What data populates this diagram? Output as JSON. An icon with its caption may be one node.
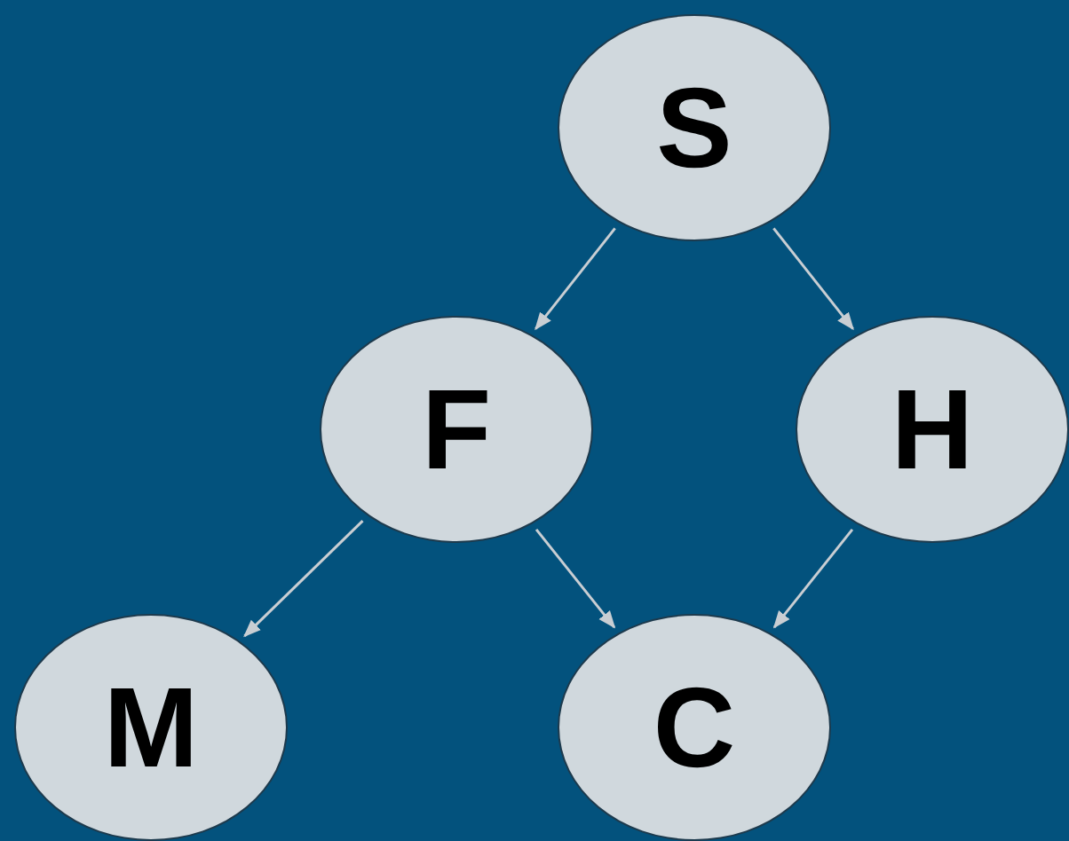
{
  "diagram": {
    "nodes": [
      {
        "text": [
          "S"
        ]
      },
      {
        "text": [
          "F"
        ]
      },
      {
        "text": [
          "H"
        ]
      },
      {
        "text": [
          "M"
        ]
      },
      {
        "text": [
          "C"
        ]
      }
    ],
    "edges": [
      {
        "from": 0,
        "to": 1,
        "arrow": "to"
      },
      {
        "from": 0,
        "to": 2,
        "arrow": "to"
      },
      {
        "from": 1,
        "to": 3,
        "arrow": "to"
      },
      {
        "from": 1,
        "to": 4,
        "arrow": "to"
      },
      {
        "from": 2,
        "to": 4,
        "arrow": "to"
      }
    ]
  }
}
